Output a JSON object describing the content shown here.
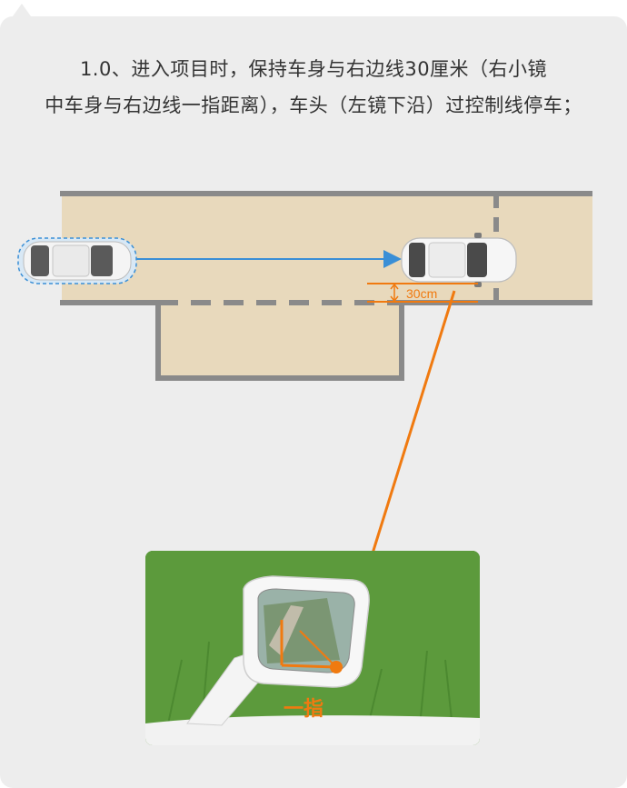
{
  "instructions": {
    "line1": "1.0、进入项目时，保持车身与右边线30厘米（右小镜",
    "line2": "中车身与右边线一指距离），车头（左镜下沿）过控制线停车；"
  },
  "diagram": {
    "distance_label": "30cm",
    "colors": {
      "road": "#e8d9bc",
      "line": "#8a8a8a",
      "arrow": "#3a8fd6",
      "accent": "#f07a10"
    }
  },
  "photo": {
    "caption": "一指",
    "icon": "side-mirror-view"
  }
}
